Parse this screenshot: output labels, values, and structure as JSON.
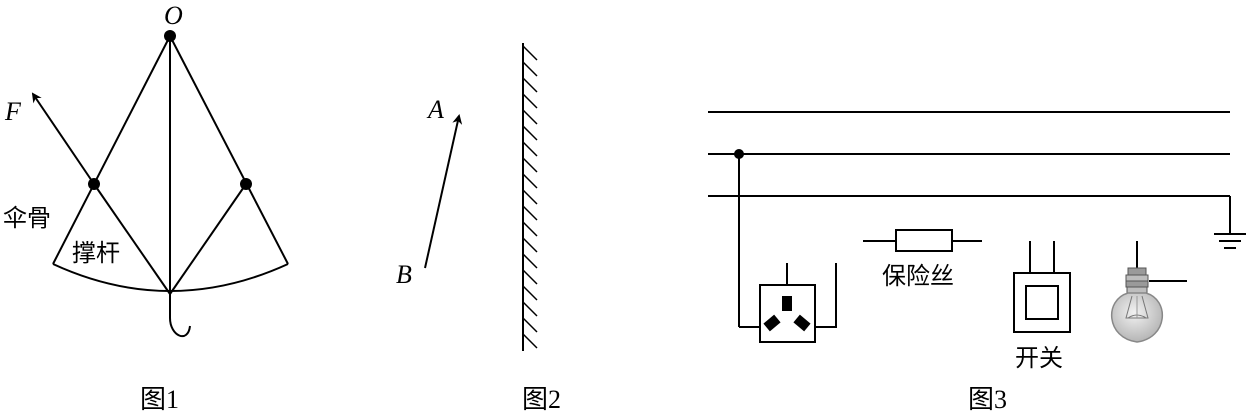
{
  "figure1": {
    "label_O": "O",
    "label_F": "F",
    "label_rib": "伞骨",
    "label_strut": "撑杆",
    "caption": "图1"
  },
  "figure2": {
    "label_A": "A",
    "label_B": "B",
    "caption": "图2"
  },
  "figure3": {
    "label_fuse": "保险丝",
    "label_switch": "开关",
    "caption": "图3"
  }
}
